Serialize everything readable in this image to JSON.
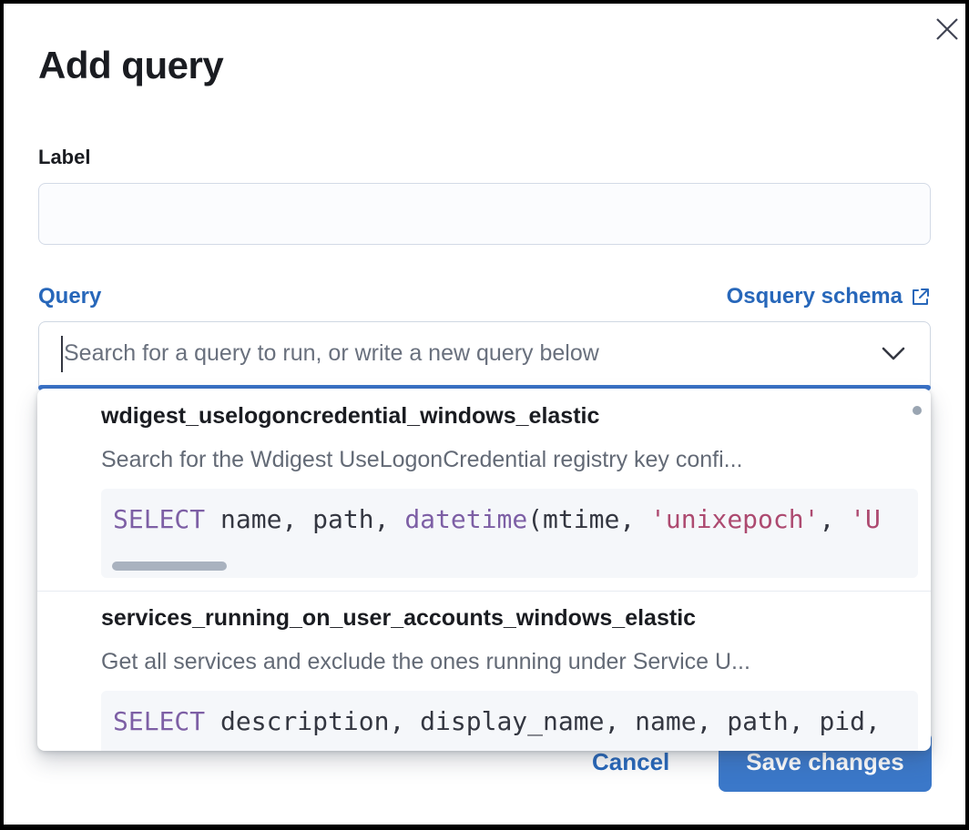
{
  "modal": {
    "title": "Add query"
  },
  "form": {
    "label_field": {
      "label": "Label",
      "value": ""
    },
    "query_field": {
      "label": "Query",
      "schema_link_label": "Osquery schema",
      "search_placeholder": "Search for a query to run, or write a new query below"
    }
  },
  "dropdown": {
    "options": [
      {
        "name": "wdigest_uselogoncredential_windows_elastic",
        "description": "Search for the Wdigest UseLogonCredential registry key confi...",
        "sql_tokens": [
          {
            "text": "SELECT",
            "type": "keyword"
          },
          {
            "text": " name, path, ",
            "type": "plain"
          },
          {
            "text": "datetime",
            "type": "keyword"
          },
          {
            "text": "(mtime, ",
            "type": "plain"
          },
          {
            "text": "'unixepoch'",
            "type": "string"
          },
          {
            "text": ", ",
            "type": "plain"
          },
          {
            "text": "'U",
            "type": "string"
          }
        ]
      },
      {
        "name": "services_running_on_user_accounts_windows_elastic",
        "description": "Get all services and exclude the ones running under Service U...",
        "sql_tokens": [
          {
            "text": "SELECT",
            "type": "keyword"
          },
          {
            "text": " description, display_name, name, path, pid,",
            "type": "plain"
          }
        ]
      }
    ]
  },
  "footer": {
    "cancel_label": "Cancel",
    "save_label": "Save changes"
  },
  "icons": {
    "close": "close-icon",
    "external_link": "external-link-icon",
    "chevron_down": "chevron-down-icon"
  },
  "colors": {
    "link_blue": "#2767ba",
    "focus_bar_blue": "#3b73c9",
    "button_blue": "#3b78c9",
    "keyword_purple": "#7d5fa5",
    "string_rose": "#ad4a70",
    "code_background": "#f5f7fa",
    "text_dark": "#1a1c21",
    "text_gray": "#636a76"
  }
}
